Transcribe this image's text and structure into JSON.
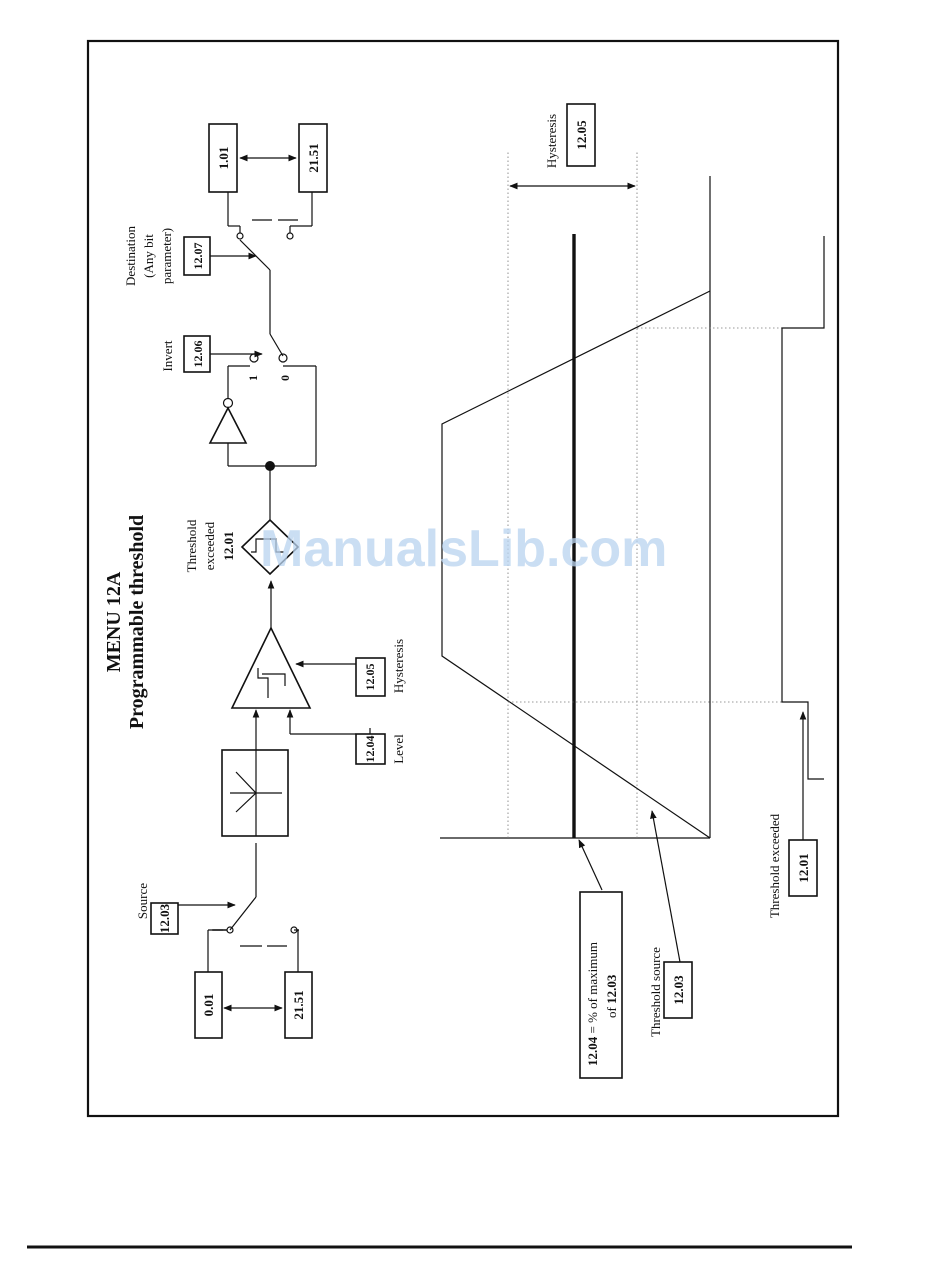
{
  "menu": {
    "title": "MENU 12A",
    "subtitle": "Programmable threshold"
  },
  "block_diagram": {
    "source_label": "Source",
    "source_param": "12.03",
    "source_min": "0.01",
    "source_max": "21.51",
    "level_param": "12.04",
    "level_label": "Level",
    "hysteresis_param": "12.05",
    "hysteresis_label": "Hysteresis",
    "threshold_exceeded_line1": "Threshold",
    "threshold_exceeded_line2": "exceeded",
    "threshold_exceeded_param": "12.01",
    "invert_label": "Invert",
    "invert_param": "12.06",
    "switch_one": "1",
    "switch_zero": "0",
    "destination_line1": "Destination",
    "destination_line2": "(Any bit",
    "destination_line3": "parameter)",
    "destination_param": "12.07",
    "dest_min": "1.01",
    "dest_max": "21.51"
  },
  "timing": {
    "hysteresis_label": "Hysteresis",
    "hysteresis_param": "12.05",
    "level_eq_param": "12.04",
    "level_eq_text": "= % of maximum",
    "level_eq_of": "of",
    "level_eq_param2": "12.03",
    "threshold_source_label": "Threshold source",
    "threshold_source_param": "12.03",
    "threshold_exceeded_label": "Threshold exceeded",
    "threshold_exceeded_param": "12.01"
  },
  "watermark": "ManualsLib.com"
}
